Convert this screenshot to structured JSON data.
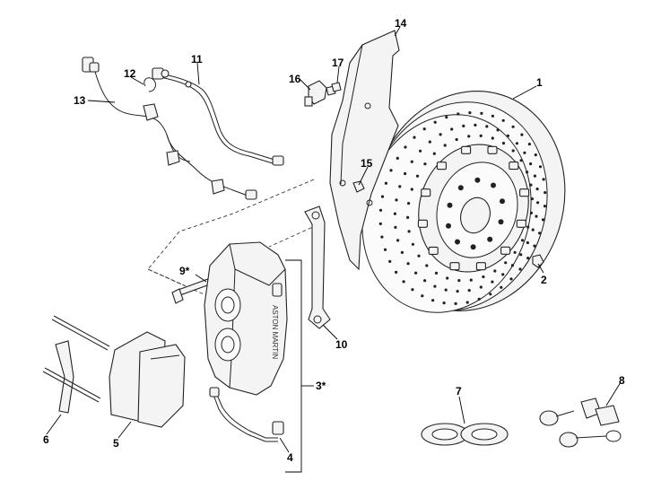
{
  "callouts": [
    {
      "id": "c1",
      "label": "1"
    },
    {
      "id": "c2",
      "label": "2"
    },
    {
      "id": "c3",
      "label": "3*"
    },
    {
      "id": "c4",
      "label": "4"
    },
    {
      "id": "c5",
      "label": "5"
    },
    {
      "id": "c6",
      "label": "6"
    },
    {
      "id": "c7",
      "label": "7"
    },
    {
      "id": "c8",
      "label": "8"
    },
    {
      "id": "c9",
      "label": "9*"
    },
    {
      "id": "c10",
      "label": "10"
    },
    {
      "id": "c11",
      "label": "11"
    },
    {
      "id": "c12",
      "label": "12"
    },
    {
      "id": "c13",
      "label": "13"
    },
    {
      "id": "c14",
      "label": "14"
    },
    {
      "id": "c15",
      "label": "15"
    },
    {
      "id": "c16",
      "label": "16"
    },
    {
      "id": "c17",
      "label": "17"
    }
  ],
  "caliper_text": "ASTON MARTIN"
}
